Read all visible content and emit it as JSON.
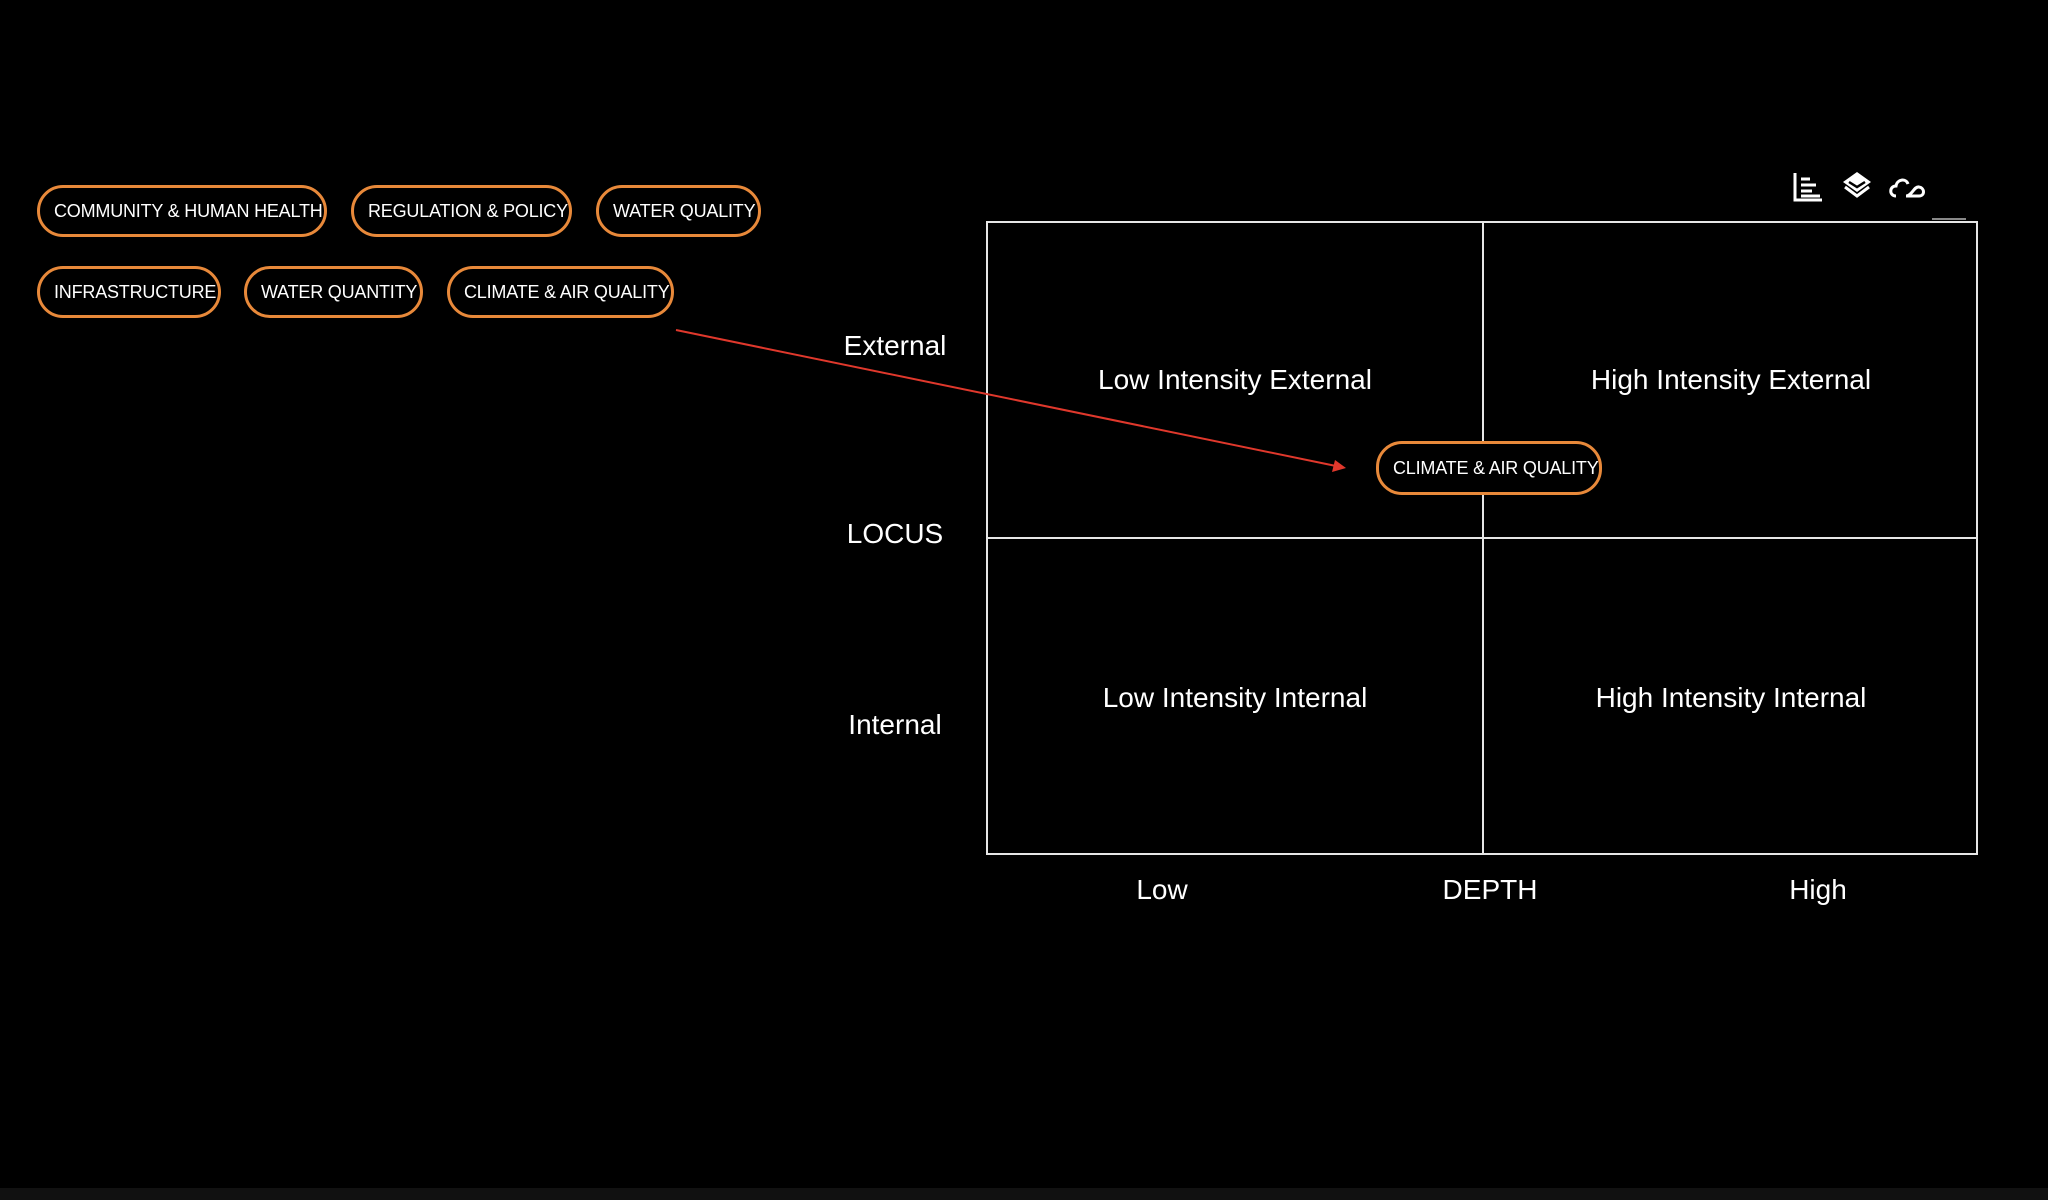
{
  "palette": {
    "tags": [
      "COMMUNITY & HUMAN HEALTH",
      "REGULATION & POLICY",
      "WATER QUALITY",
      "INFRASTRUCTURE",
      "WATER QUANTITY",
      "CLIMATE & AIR QUALITY"
    ],
    "accent_color": "#e8893a"
  },
  "toolbar": {
    "icons": [
      "bar-chart-icon",
      "layers-icon",
      "cloud-link-icon"
    ]
  },
  "matrix": {
    "quadrants": {
      "top_left": "Low Intensity External",
      "top_right": "High Intensity External",
      "bottom_left": "Low Intensity Internal",
      "bottom_right": "High Intensity Internal"
    },
    "y_axis": {
      "title": "LOCUS",
      "top": "External",
      "bottom": "Internal"
    },
    "x_axis": {
      "title": "DEPTH",
      "left": "Low",
      "right": "High"
    },
    "placed_tag": "CLIMATE & AIR QUALITY",
    "arrow_color": "#e0382c"
  }
}
